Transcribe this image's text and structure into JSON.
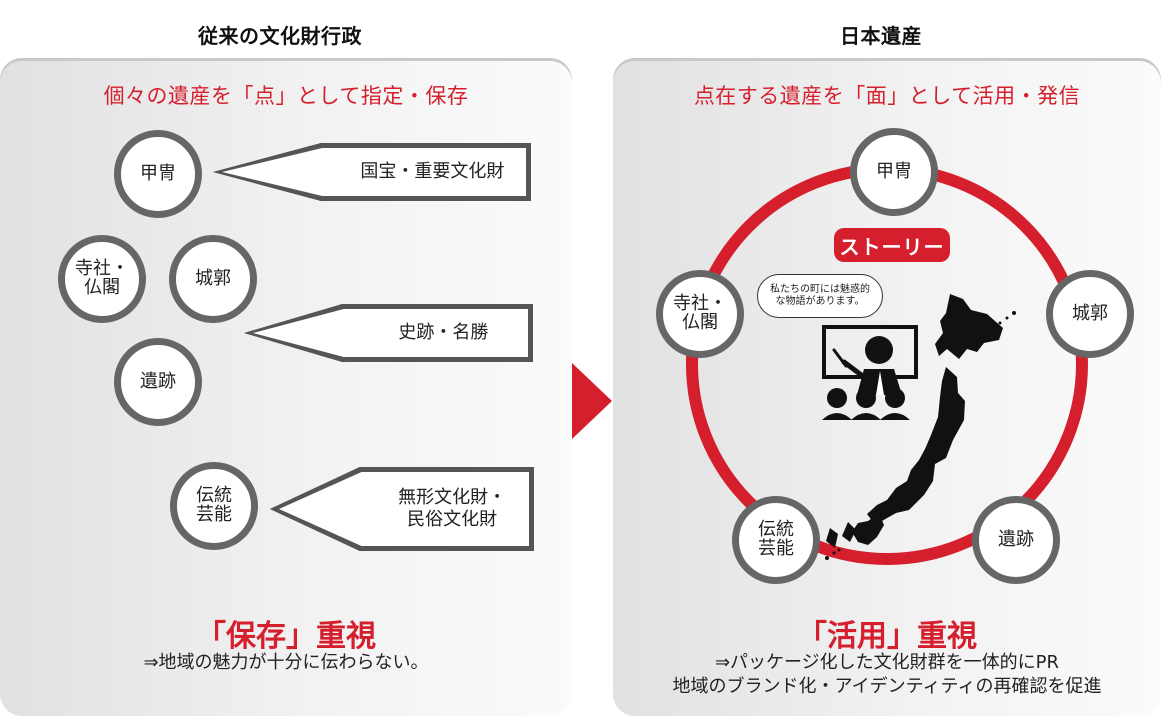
{
  "left": {
    "title": "従来の文化財行政",
    "subtitle": "個々の遺産を「点」として指定・保存",
    "circles": [
      "甲冑",
      "寺社・\n仏閣",
      "城郭",
      "遺跡",
      "伝統\n芸能"
    ],
    "arrows": [
      "国宝・重要文化財",
      "史跡・名勝",
      "無形文化財・\n民俗文化財"
    ],
    "footer_title": "「保存」重視",
    "footer_note": "⇒地域の魅力が十分に伝わらない。"
  },
  "right": {
    "title": "日本遺産",
    "subtitle": "点在する遺産を「面」として活用・発信",
    "story_label": "ストーリー",
    "speech_text": "私たちの町には魅惑的\nな物語があります。",
    "circles": [
      "甲冑",
      "寺社・\n仏閣",
      "城郭",
      "伝統\n芸能",
      "遺跡"
    ],
    "footer_title": "「活用」重視",
    "footer_note": "⇒パッケージ化した文化財群を一体的にPR\n地域のブランド化・アイデンティティの再確認を促進"
  },
  "colors": {
    "accent": "#d51f2d",
    "ring": "#666666",
    "panel": "#eeeeee",
    "text": "#222222"
  },
  "icons": {
    "transition": "right-triangle-arrow",
    "presenter": "presenter-icon",
    "audience": "audience-icon",
    "map": "japan-map-icon"
  }
}
